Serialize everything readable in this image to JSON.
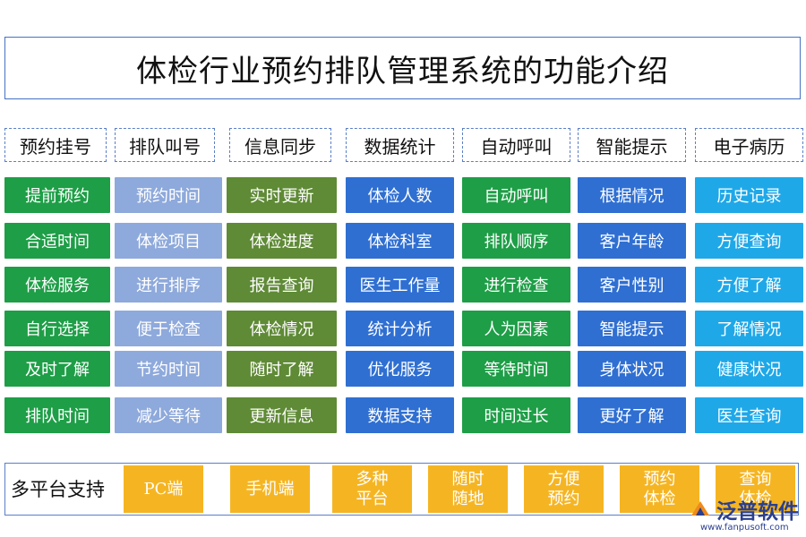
{
  "title": "体检行业预约排队管理系统的功能介绍",
  "colors": {
    "green": "#1e9e47",
    "lavender": "#8ea9db",
    "olive": "#5f8a36",
    "blue": "#2f6fd2",
    "sky": "#1fa8e8",
    "orange": "#f5b523"
  },
  "columns": [
    {
      "header": "预约挂号",
      "color": "green",
      "items": [
        "提前预约",
        "合适时间",
        "体检服务",
        "自行选择",
        "及时了解",
        "排队时间"
      ]
    },
    {
      "header": "排队叫号",
      "color": "lavender",
      "items": [
        "预约时间",
        "体检项目",
        "进行排序",
        "便于检查",
        "节约时间",
        "减少等待"
      ]
    },
    {
      "header": "信息同步",
      "color": "olive",
      "items": [
        "实时更新",
        "体检进度",
        "报告查询",
        "体检情况",
        "随时了解",
        "更新信息"
      ]
    },
    {
      "header": "数据统计",
      "color": "blue",
      "items": [
        "体检人数",
        "体检科室",
        "医生工作量",
        "统计分析",
        "优化服务",
        "数据支持"
      ]
    },
    {
      "header": "自动呼叫",
      "color": "green",
      "items": [
        "自动呼叫",
        "排队顺序",
        "进行检查",
        "人为因素",
        "等待时间",
        "时间过长"
      ]
    },
    {
      "header": "智能提示",
      "color": "blue",
      "items": [
        "根据情况",
        "客户年龄",
        "客户性别",
        "智能提示",
        "身体状况",
        "更好了解"
      ]
    },
    {
      "header": "电子病历",
      "color": "sky",
      "items": [
        "历史记录",
        "方便查询",
        "方便了解",
        "了解情况",
        "健康状况",
        "医生查询"
      ]
    }
  ],
  "platform": {
    "label": "多平台支持",
    "items": [
      "PC端",
      "手机端",
      "多种\n平台",
      "随时\n随地",
      "方便\n预约",
      "预约\n体检",
      "查询\n体检"
    ]
  },
  "logo": {
    "name": "泛普软件",
    "url": "www.fanpusoft.com",
    "icon": "fanpu-logo-icon"
  }
}
